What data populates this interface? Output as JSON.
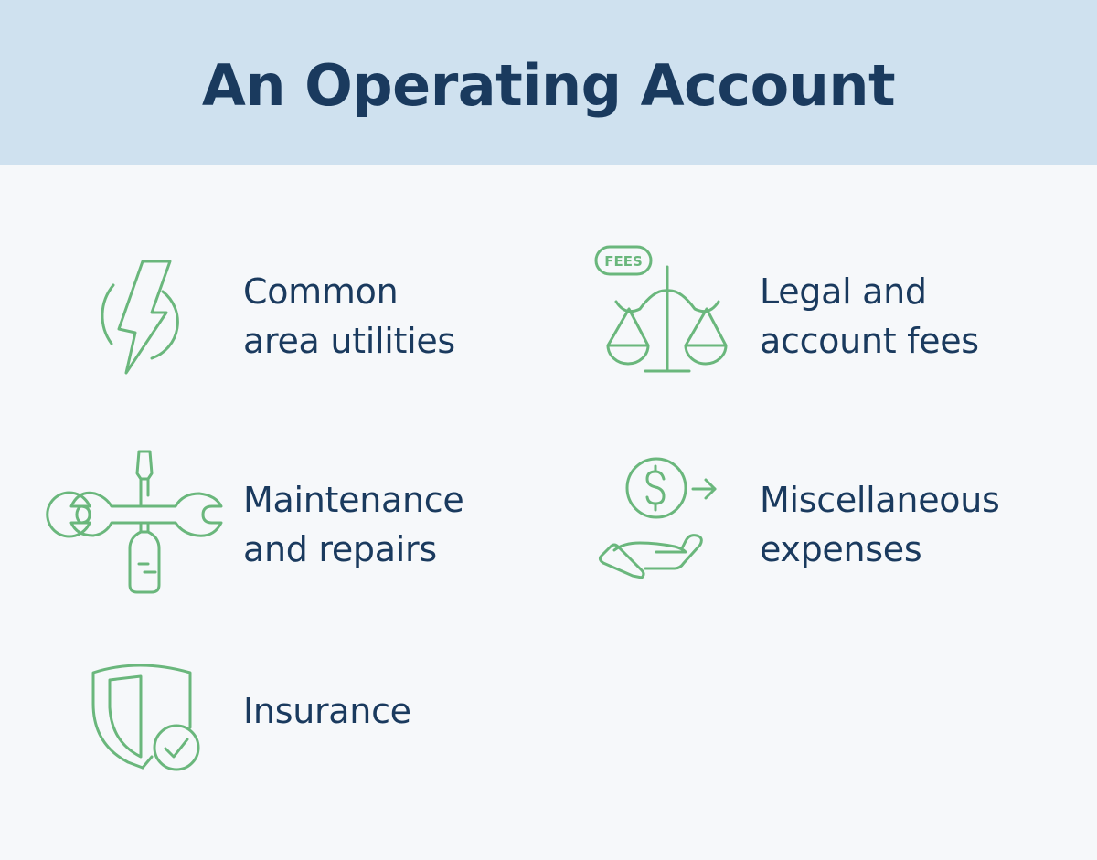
{
  "header": {
    "title": "An Operating Account"
  },
  "colors": {
    "header_bg": "#cfe1ef",
    "body_bg": "#f6f8fa",
    "text": "#1a3a5e",
    "icon": "#6ab77c"
  },
  "items": [
    {
      "icon": "lightning-bolt-icon",
      "line1": "Common",
      "line2": "area utilities"
    },
    {
      "icon": "scales-fees-icon",
      "badge": "FEES",
      "line1": "Legal and",
      "line2": "account fees"
    },
    {
      "icon": "wrench-screwdriver-icon",
      "line1": "Maintenance",
      "line2": "and repairs"
    },
    {
      "icon": "hand-dollar-icon",
      "line1": "Miscellaneous",
      "line2": "expenses"
    },
    {
      "icon": "shield-check-icon",
      "line1": "Insurance"
    }
  ]
}
